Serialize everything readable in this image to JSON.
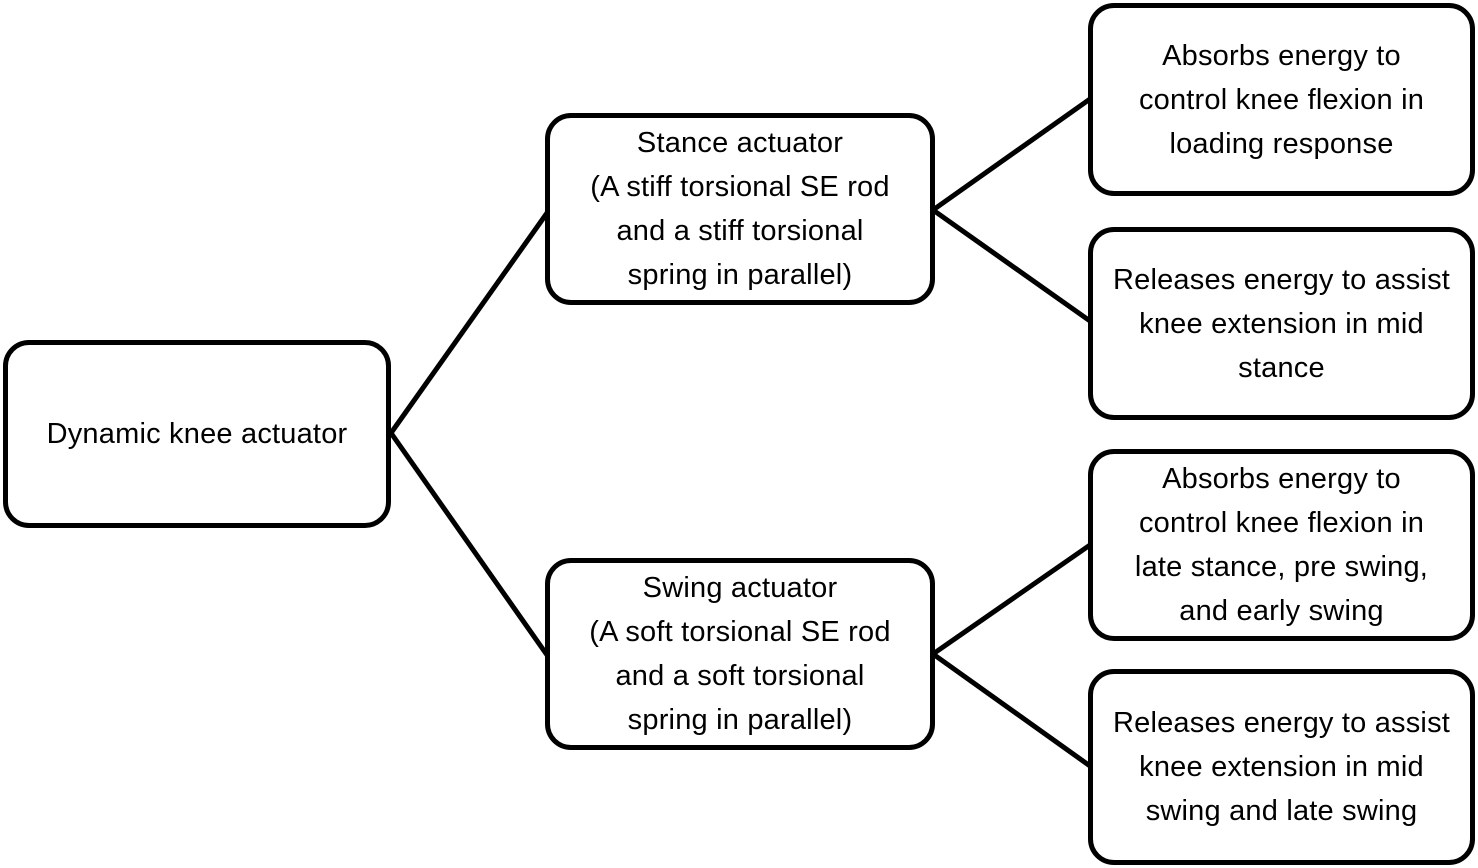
{
  "diagram": {
    "title": "Dynamic knee actuator diagram",
    "colors": {
      "background": "#ffffff",
      "box_fill": "#ffffff",
      "box_border": "#000000",
      "text": "#000000",
      "connector": "#000000"
    },
    "root": {
      "label": "Dynamic knee actuator"
    },
    "branches": [
      {
        "id": "stance",
        "label": "Stance actuator\n(A stiff torsional SE rod\nand a stiff torsional\nspring in parallel)",
        "children": [
          {
            "label": "Absorbs energy to\ncontrol knee flexion in\nloading response"
          },
          {
            "label": "Releases energy to assist\nknee extension in mid\nstance"
          }
        ]
      },
      {
        "id": "swing",
        "label": "Swing actuator\n(A soft torsional SE rod\nand a soft torsional\nspring in parallel)",
        "children": [
          {
            "label": "Absorbs energy to\ncontrol knee flexion in\nlate stance, pre swing,\nand early swing"
          },
          {
            "label": "Releases energy to assist\nknee extension in mid\nswing and late swing"
          }
        ]
      }
    ]
  }
}
